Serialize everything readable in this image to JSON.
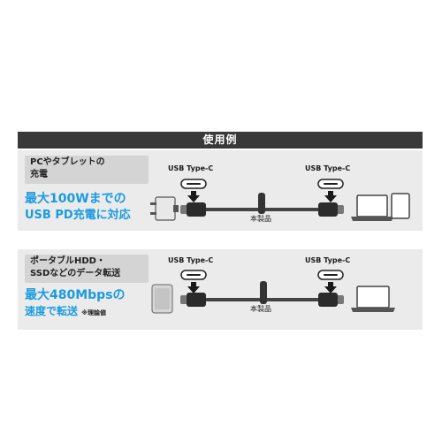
{
  "header": {
    "title": "使用例"
  },
  "panels": [
    {
      "label_lines": [
        "PCやタブレットの",
        "充電"
      ],
      "feature_lines": [
        "最大100Wまでの",
        "USB PD充電に対応"
      ],
      "left_port": "USB Type-C",
      "right_port": "USB Type-C",
      "product": "本製品"
    },
    {
      "label_lines": [
        "ポータブルHDD・",
        "SSDなどのデータ転送"
      ],
      "feature_lines": [
        "最大480Mbpsの",
        "速度で転送"
      ],
      "feature_note": "※理論値",
      "left_port": "USB Type-C",
      "right_port": "USB Type-C",
      "product": "本製品"
    }
  ],
  "colors": {
    "accent": "#1a9be0",
    "header_bg": "#3a3939",
    "panel_bg": "#ebebeb",
    "label_bg": "#d4d4d4"
  },
  "icons": [
    "power-adapter-icon",
    "laptop-icon",
    "tablet-icon",
    "portable-drive-icon",
    "usb-c-port-icon",
    "arrow-down-icon",
    "usb-c-plug-icon",
    "cable-strap-icon"
  ]
}
